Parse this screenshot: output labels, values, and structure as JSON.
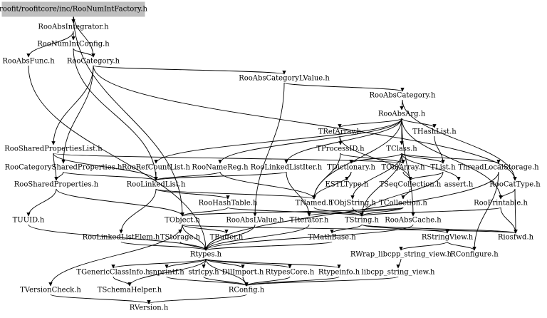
{
  "root": "roofit/roofitcore/inc/RooNumIntFactory.h",
  "nodes": [
    {
      "id": "RooAbsIntegrator",
      "label": "RooAbsIntegrator.h"
    },
    {
      "id": "RooNumIntConfig",
      "label": "RooNumIntConfig.h"
    },
    {
      "id": "RooAbsFunc",
      "label": "RooAbsFunc.h"
    },
    {
      "id": "RooCategory",
      "label": "RooCategory.h"
    },
    {
      "id": "RooAbsCategoryLValue",
      "label": "RooAbsCategoryLValue.h"
    },
    {
      "id": "RooAbsCategory",
      "label": "RooAbsCategory.h"
    },
    {
      "id": "RooAbsArg",
      "label": "RooAbsArg.h"
    },
    {
      "id": "TRefArray",
      "label": "TRefArray.h"
    },
    {
      "id": "THashList",
      "label": "THashList.h"
    },
    {
      "id": "RooSharedPropertiesList",
      "label": "RooSharedPropertiesList.h"
    },
    {
      "id": "TProcessID",
      "label": "TProcessID.h"
    },
    {
      "id": "TClass",
      "label": "TClass.h"
    },
    {
      "id": "RooCategorySharedProperties",
      "label": "RooCategorySharedProperties.h"
    },
    {
      "id": "RooRefCountList",
      "label": "RooRefCountList.h"
    },
    {
      "id": "RooNameReg",
      "label": "RooNameReg.h"
    },
    {
      "id": "RooLinkedListIter",
      "label": "RooLinkedListIter.h"
    },
    {
      "id": "TDictionary",
      "label": "TDictionary.h"
    },
    {
      "id": "TObjArray",
      "label": "TObjArray.h"
    },
    {
      "id": "TList",
      "label": "TList.h"
    },
    {
      "id": "ThreadLocalStorage",
      "label": "ThreadLocalStorage.h"
    },
    {
      "id": "RooSharedProperties",
      "label": "RooSharedProperties.h"
    },
    {
      "id": "RooLinkedList",
      "label": "RooLinkedList.h"
    },
    {
      "id": "ESTLType",
      "label": "ESTLType.h"
    },
    {
      "id": "TSeqCollection",
      "label": "TSeqCollection.h"
    },
    {
      "id": "assert",
      "label": "assert.h"
    },
    {
      "id": "RooCatType",
      "label": "RooCatType.h"
    },
    {
      "id": "RooHashTable",
      "label": "RooHashTable.h"
    },
    {
      "id": "TNamed",
      "label": "TNamed.h"
    },
    {
      "id": "TObjString",
      "label": "TObjString.h"
    },
    {
      "id": "TCollection",
      "label": "TCollection.h"
    },
    {
      "id": "RooPrintable",
      "label": "RooPrintable.h"
    },
    {
      "id": "TUUID",
      "label": "TUUID.h"
    },
    {
      "id": "TObject",
      "label": "TObject.h"
    },
    {
      "id": "RooAbsLValue",
      "label": "RooAbsLValue.h"
    },
    {
      "id": "TIterator",
      "label": "TIterator.h"
    },
    {
      "id": "TString",
      "label": "TString.h"
    },
    {
      "id": "RooAbsCache",
      "label": "RooAbsCache.h"
    },
    {
      "id": "RooLinkedListElem",
      "label": "RooLinkedListElem.h"
    },
    {
      "id": "TStorage",
      "label": "TStorage.h"
    },
    {
      "id": "TBuffer",
      "label": "TBuffer.h"
    },
    {
      "id": "TMathBase",
      "label": "TMathBase.h"
    },
    {
      "id": "RStringView",
      "label": "RStringView.h"
    },
    {
      "id": "Riosfwd",
      "label": "Riosfwd.h"
    },
    {
      "id": "Rtypes",
      "label": "Rtypes.h"
    },
    {
      "id": "RWrap_libcpp_string_view",
      "label": "RWrap_libcpp_string_view.h"
    },
    {
      "id": "RConfigure",
      "label": "RConfigure.h"
    },
    {
      "id": "TGenericClassInfo",
      "label": "TGenericClassInfo.h"
    },
    {
      "id": "snprintf",
      "label": "snprintf.h"
    },
    {
      "id": "strlcpy",
      "label": "strlcpy.h"
    },
    {
      "id": "DllImport",
      "label": "DllImport.h"
    },
    {
      "id": "RtypesCore",
      "label": "RtypesCore.h"
    },
    {
      "id": "Rtypeinfo",
      "label": "Rtypeinfo.h"
    },
    {
      "id": "libcpp_string_view",
      "label": "libcpp_string_view.h"
    },
    {
      "id": "TVersionCheck",
      "label": "TVersionCheck.h"
    },
    {
      "id": "TSchemaHelper",
      "label": "TSchemaHelper.h"
    },
    {
      "id": "RConfig",
      "label": "RConfig.h"
    },
    {
      "id": "RVersion",
      "label": "RVersion.h"
    }
  ]
}
